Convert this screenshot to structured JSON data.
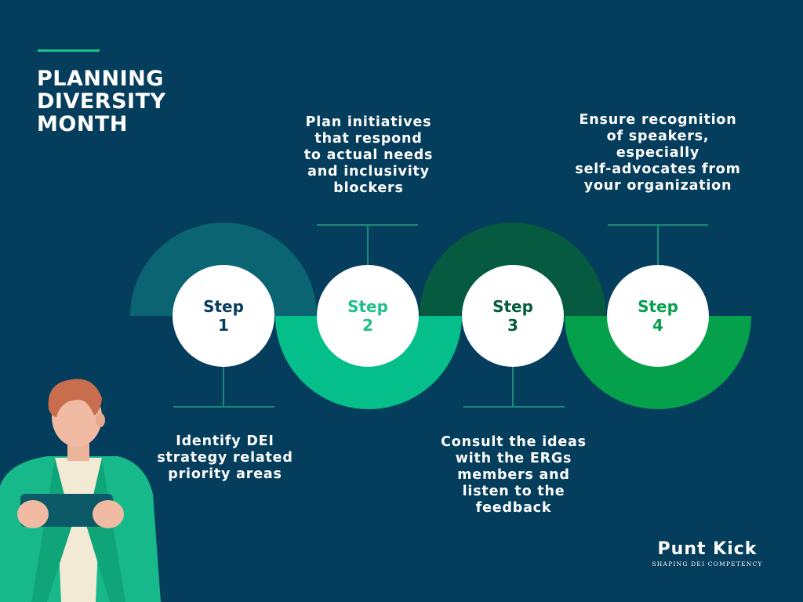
{
  "title": "PLANNING\nDIVERSITY\nMONTH",
  "steps": [
    {
      "label_line1": "Step",
      "label_line2": "1",
      "text": "Identify DEI\nstrategy related\npriority areas",
      "arc_color": "#0a6472",
      "label_color": "#053d5c"
    },
    {
      "label_line1": "Step",
      "label_line2": "2",
      "text": "Plan initiatives\nthat respond\nto actual needs\nand inclusivity\nblockers",
      "arc_color": "#05bf8a",
      "label_color": "#1fbf8a"
    },
    {
      "label_line1": "Step",
      "label_line2": "3",
      "text": "Consult the ideas\nwith the ERGs\nmembers and\nlisten to the\nfeedback",
      "arc_color": "#055a3f",
      "label_color": "#055a3f"
    },
    {
      "label_line1": "Step",
      "label_line2": "4",
      "text": "Ensure recognition\nof speakers,\nespecially\nself-advocates from\nyour organization",
      "arc_color": "#05a04c",
      "label_color": "#05a04c"
    }
  ],
  "brand": {
    "name": "Punt Kick",
    "tagline": "SHAPING DEI COMPETENCY"
  },
  "colors": {
    "background": "#053d5c",
    "accent": "#1fbf8a",
    "connector": "#1a8a78",
    "circle": "#ffffff"
  }
}
